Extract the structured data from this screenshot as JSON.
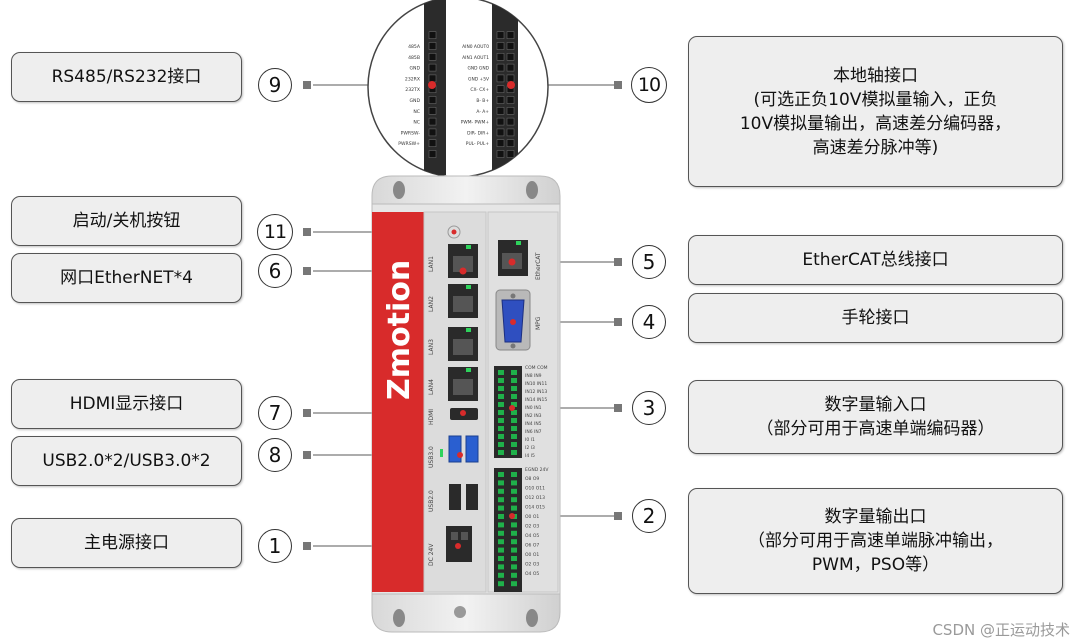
{
  "labels": {
    "rs485": [
      "RS485/RS232接口"
    ],
    "startup": [
      "启动/关机按钮"
    ],
    "ethernet": [
      "网口EtherNET*4"
    ],
    "hdmi": [
      "HDMI显示接口"
    ],
    "usb": [
      "USB2.0*2/USB3.0*2"
    ],
    "power": [
      "主电源接口"
    ],
    "local_axis": [
      "本地轴接口",
      "(可选正负10V模拟量输入，正负",
      "10V模拟量输出，高速差分编码器，",
      "高速差分脉冲等)"
    ],
    "ethercat": [
      "EtherCAT总线接口"
    ],
    "handwheel": [
      "手轮接口"
    ],
    "digital_in": [
      "数字量输入口",
      "（部分可用于高速单端编码器）"
    ],
    "digital_out": [
      "数字量输出口",
      "（部分可用于高速单端脉冲输出，",
      "PWM，PSO等）"
    ]
  },
  "callouts": {
    "n1": "1",
    "n2": "2",
    "n3": "3",
    "n4": "4",
    "n5": "5",
    "n6": "6",
    "n7": "7",
    "n8": "8",
    "n9": "9",
    "n10": "10",
    "n11": "11"
  },
  "device": {
    "brand": "Zmotion",
    "port_labels": {
      "lan1": "LAN1",
      "lan2": "LAN2",
      "lan3": "LAN3",
      "lan4": "LAN4",
      "hdmi": "HDMI",
      "usb3": "USB3.0",
      "usb2": "USB2.0",
      "power": "DC 24V",
      "ethercat": "EtherCAT",
      "mpg": "MPG"
    },
    "connector_left_pins": [
      "485A",
      "485B",
      "GND",
      "232RX",
      "232TX",
      "GND",
      "NC",
      "NC",
      "PWRSW-",
      "PWRSW+"
    ],
    "connector_right_pins": [
      "AIN0 AOUT0",
      "AIN1 AOUT1",
      "GND  GND",
      "GND  +5V",
      "CX-  CX+",
      "B-   B+",
      "A-   A+",
      "PWM- PWM+",
      "DIR- DIR+",
      "PUL- PUL+"
    ],
    "input_block_header": "COM COM",
    "input_pins": [
      "IN8 IN9",
      "IN10 IN11",
      "IN12 IN13",
      "IN14 IN15",
      "IN0 IN1",
      "IN2 IN3",
      "IN4 IN5",
      "IN6 IN7",
      "I0 I1",
      "I2 I3",
      "I4 I5"
    ],
    "output_block_header": "EGND 24V",
    "output_pins": [
      "O8 O9",
      "O10 O11",
      "O12 O13",
      "O14 O15",
      "O0 O1",
      "O2 O3",
      "O4 O5",
      "O6 O7",
      "O0 O1",
      "O2 O3",
      "O4 O5"
    ]
  },
  "watermark": "CSDN @正运动技术",
  "colors": {
    "brand_red": "#d82b2b",
    "label_bg": "#eeeeee",
    "terminal_green": "#1fb14a",
    "usb3_blue": "#2a5fd0",
    "vga_blue": "#2f4fc0"
  }
}
